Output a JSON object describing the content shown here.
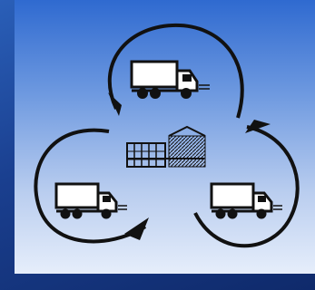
{
  "diagram": {
    "type": "cyclic-logistics-diagram",
    "center_icon": "warehouse-icon",
    "nodes": [
      {
        "id": "top",
        "icon": "truck-icon"
      },
      {
        "id": "left",
        "icon": "truck-icon"
      },
      {
        "id": "right",
        "icon": "truck-icon"
      }
    ],
    "colors": {
      "background": "#1d3f8a",
      "panel_top": "#2f6ad0",
      "panel_bottom": "#e6eefb",
      "ink": "#111111"
    }
  }
}
